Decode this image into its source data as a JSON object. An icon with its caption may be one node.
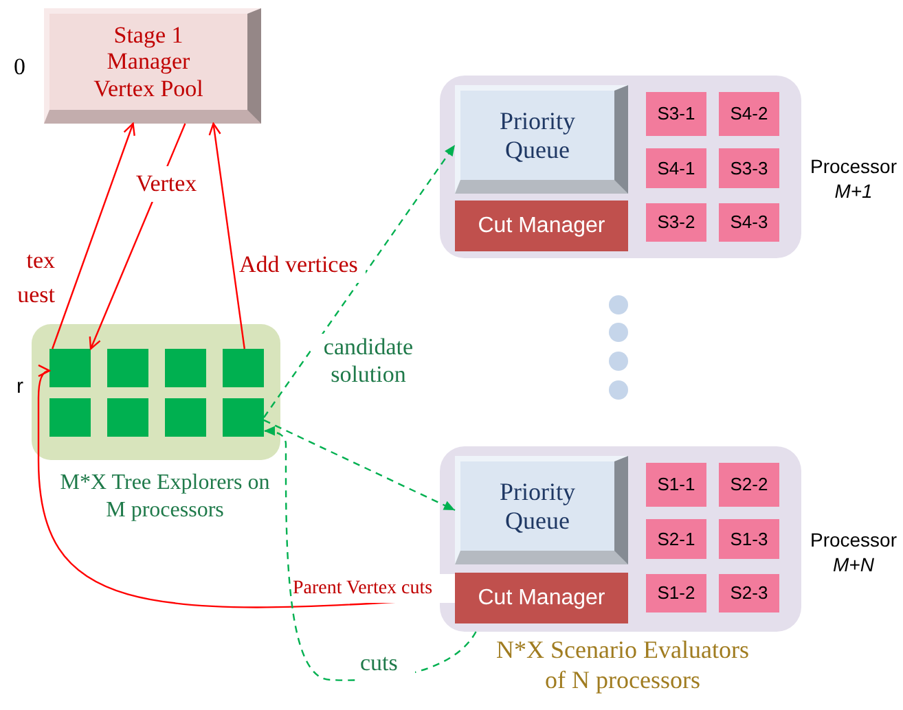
{
  "diagram": {
    "nodes": [
      {
        "text": [
          "Stage 1 Manager Vertex Pool"
        ]
      },
      {
        "text": [],
        "shape": "box",
        "beside": [
          "M*X Tree Explorers on M processors"
        ]
      },
      {
        "text": [],
        "shape": "box",
        "in": 1
      },
      {
        "text": [],
        "shape": "box",
        "in": 1
      },
      {
        "text": [],
        "shape": "box",
        "in": 1
      },
      {
        "text": [],
        "shape": "box",
        "in": 1
      },
      {
        "text": [],
        "shape": "box",
        "in": 1
      },
      {
        "text": [],
        "shape": "box",
        "in": 1
      },
      {
        "text": [],
        "shape": "box",
        "in": 1
      },
      {
        "text": [],
        "shape": "box",
        "in": 1
      },
      {
        "text": [],
        "shape": "box",
        "beside": [
          "Processor *M+1*"
        ]
      },
      {
        "text": [
          "Priority Queue"
        ],
        "in": 10
      },
      {
        "text": [
          "Cut Manager"
        ],
        "in": 10
      },
      {
        "text": [
          "S3-1"
        ],
        "in": 10
      },
      {
        "text": [
          "S4-2"
        ],
        "in": 10
      },
      {
        "text": [
          "S4-1"
        ],
        "in": 10
      },
      {
        "text": [
          "S3-3"
        ],
        "in": 10
      },
      {
        "text": [
          "S3-2"
        ],
        "in": 10
      },
      {
        "text": [
          "S4-3"
        ],
        "in": 10
      },
      {
        "text": [],
        "shape": "box",
        "beside": [
          "Processor *M+N*",
          "N*X Scenario Evaluators of N processors"
        ]
      },
      {
        "text": [
          "Priority Queue"
        ],
        "in": 19
      },
      {
        "text": [
          "Cut Manager"
        ],
        "in": 19
      },
      {
        "text": [
          "S1-1"
        ],
        "in": 19
      },
      {
        "text": [
          "S2-2"
        ],
        "in": 19
      },
      {
        "text": [
          "S2-1"
        ],
        "in": 19
      },
      {
        "text": [
          "S1-3"
        ],
        "in": 19
      },
      {
        "text": [
          "S1-2"
        ],
        "in": 19
      },
      {
        "text": [
          "S2-3"
        ],
        "in": 19
      }
    ],
    "edges": [
      {
        "from": 2,
        "to": 0,
        "arrow": "to",
        "label": "tex uest"
      },
      {
        "from": 0,
        "to": 2,
        "arrow": "to",
        "label": "Vertex"
      },
      {
        "from": 5,
        "to": 0,
        "arrow": "to",
        "label": "Add vertices"
      },
      {
        "from": 9,
        "to": 11,
        "arrow": "to",
        "label": "candidate solution",
        "style": "dashed",
        "color": "#00b050"
      },
      {
        "from": 9,
        "to": 20,
        "arrow": "to",
        "style": "dashed",
        "color": "#00b050"
      },
      {
        "from": 21,
        "to": 2,
        "arrow": "to",
        "label": "Parent Vertex cuts"
      },
      {
        "from": 19,
        "to": 9,
        "arrow": "to",
        "label": "cuts",
        "style": "dashed",
        "color": "#00b050"
      }
    ],
    "labels": [
      "0",
      "r"
    ]
  }
}
